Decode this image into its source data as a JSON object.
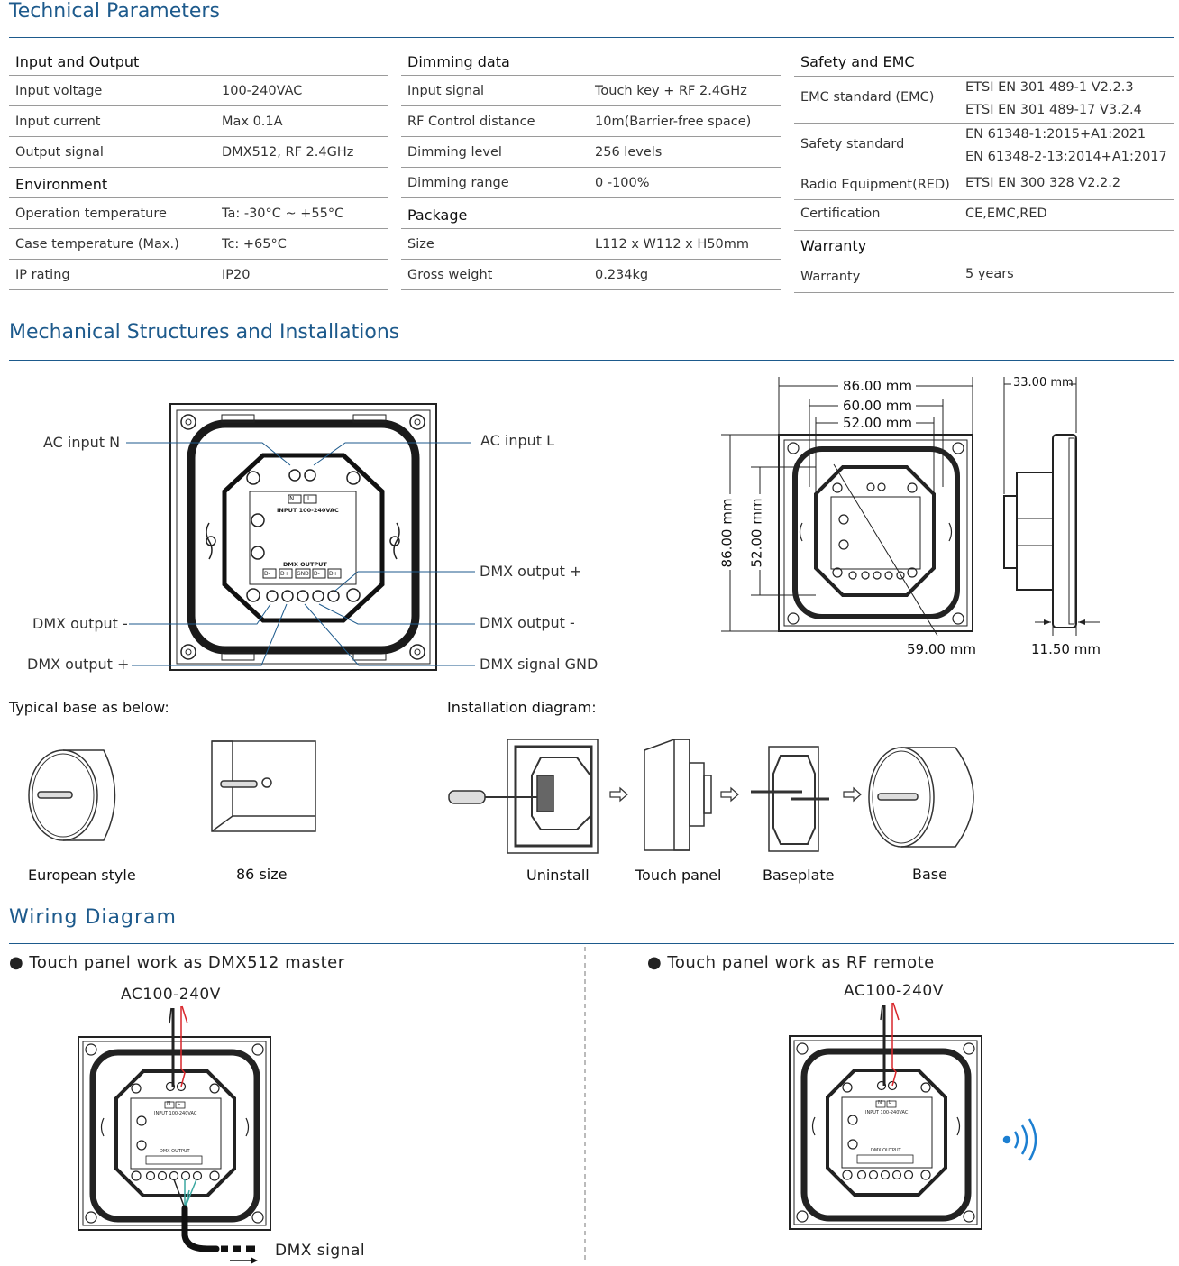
{
  "sections": {
    "technical": "Technical Parameters",
    "mechanical": "Mechanical Structures and Installations",
    "wiring": "Wiring Diagram"
  },
  "table1": {
    "rows": [
      {
        "type": "head",
        "k": "Input and Output",
        "v": ""
      },
      {
        "type": "row",
        "k": "Input voltage",
        "v": "100-240VAC"
      },
      {
        "type": "row",
        "k": "Input current",
        "v": "Max 0.1A"
      },
      {
        "type": "row",
        "k": "Output signal",
        "v": "DMX512, RF 2.4GHz"
      },
      {
        "type": "head",
        "k": "Environment",
        "v": ""
      },
      {
        "type": "row",
        "k": "Operation temperature",
        "v": "Ta: -30°C ~ +55°C"
      },
      {
        "type": "row",
        "k": "Case temperature (Max.)",
        "v": "Tc: +65°C"
      },
      {
        "type": "row",
        "k": "IP rating",
        "v": "IP20"
      }
    ]
  },
  "table2": {
    "rows": [
      {
        "type": "head",
        "k": "Dimming data",
        "v": ""
      },
      {
        "type": "row",
        "k": "Input signal",
        "v": "Touch key + RF 2.4GHz"
      },
      {
        "type": "row",
        "k": "RF Control distance",
        "v": "10m(Barrier-free space)"
      },
      {
        "type": "row",
        "k": "Dimming level",
        "v": "256 levels"
      },
      {
        "type": "row",
        "k": "Dimming range",
        "v": "0 -100%"
      },
      {
        "type": "head",
        "k": "Package",
        "v": ""
      },
      {
        "type": "row",
        "k": "Size",
        "v": "L112 x W112 x H50mm"
      },
      {
        "type": "row",
        "k": "Gross weight",
        "v": "0.234kg"
      }
    ]
  },
  "table3": {
    "head": "Safety and EMC",
    "emc_k": "EMC standard (EMC)",
    "emc_v1": "ETSI EN 301 489-1 V2.2.3",
    "emc_v2": "ETSI EN 301 489-17 V3.2.4",
    "safety_k": "Safety standard",
    "safety_v1": "EN 61348-1:2015+A1:2021",
    "safety_v2": "EN 61348-2-13:2014+A1:2017",
    "red_k": "Radio Equipment(RED)",
    "red_v": "ETSI EN 300 328 V2.2.2",
    "cert_k": "Certification",
    "cert_v": "CE,EMC,RED",
    "warranty_head": "Warranty",
    "warranty_k": "Warranty",
    "warranty_v": "5 years"
  },
  "panel_labels": {
    "ac_n": "AC input N",
    "ac_l": "AC input  L",
    "dmx_out_plus_r": "DMX output +",
    "dmx_out_minus_l": "DMX output -",
    "dmx_out_minus_r": "DMX output -",
    "dmx_out_plus_l": "DMX output +",
    "dmx_gnd": "DMX signal GND",
    "terminal_n": "N",
    "terminal_l": "L",
    "input_text": "INPUT  100-240VAC",
    "dmx_output_text": "DMX OUTPUT",
    "dmx_terms": [
      "D-",
      "D+",
      "GND",
      "D-",
      "D+"
    ]
  },
  "dimensions": {
    "w86": "86.00 mm",
    "w60": "60.00 mm",
    "w52": "52.00 mm",
    "h86": "86.00 mm",
    "h52": "52.00 mm",
    "d59": "59.00 mm",
    "side33": "33.00 mm",
    "side115": "11.50 mm"
  },
  "install": {
    "typical_base": "Typical base as below:",
    "install_diagram": "Installation diagram:",
    "european": "European style",
    "size86": "86 size",
    "uninstall": "Uninstall",
    "touch_panel": "Touch panel",
    "baseplate": "Baseplate",
    "base": "Base"
  },
  "wiring": {
    "master_title": "● Touch panel work as DMX512 master",
    "rf_title": "● Touch panel work as RF remote",
    "ac1": "AC100-240V",
    "ac2": "AC100-240V",
    "dmx_signal": "DMX signal"
  },
  "colors": {
    "accent": "#1d5a8c",
    "wire_red": "#d9262b",
    "wire_teal": "#3aa7a0",
    "rf_blue": "#1c7fd1"
  }
}
